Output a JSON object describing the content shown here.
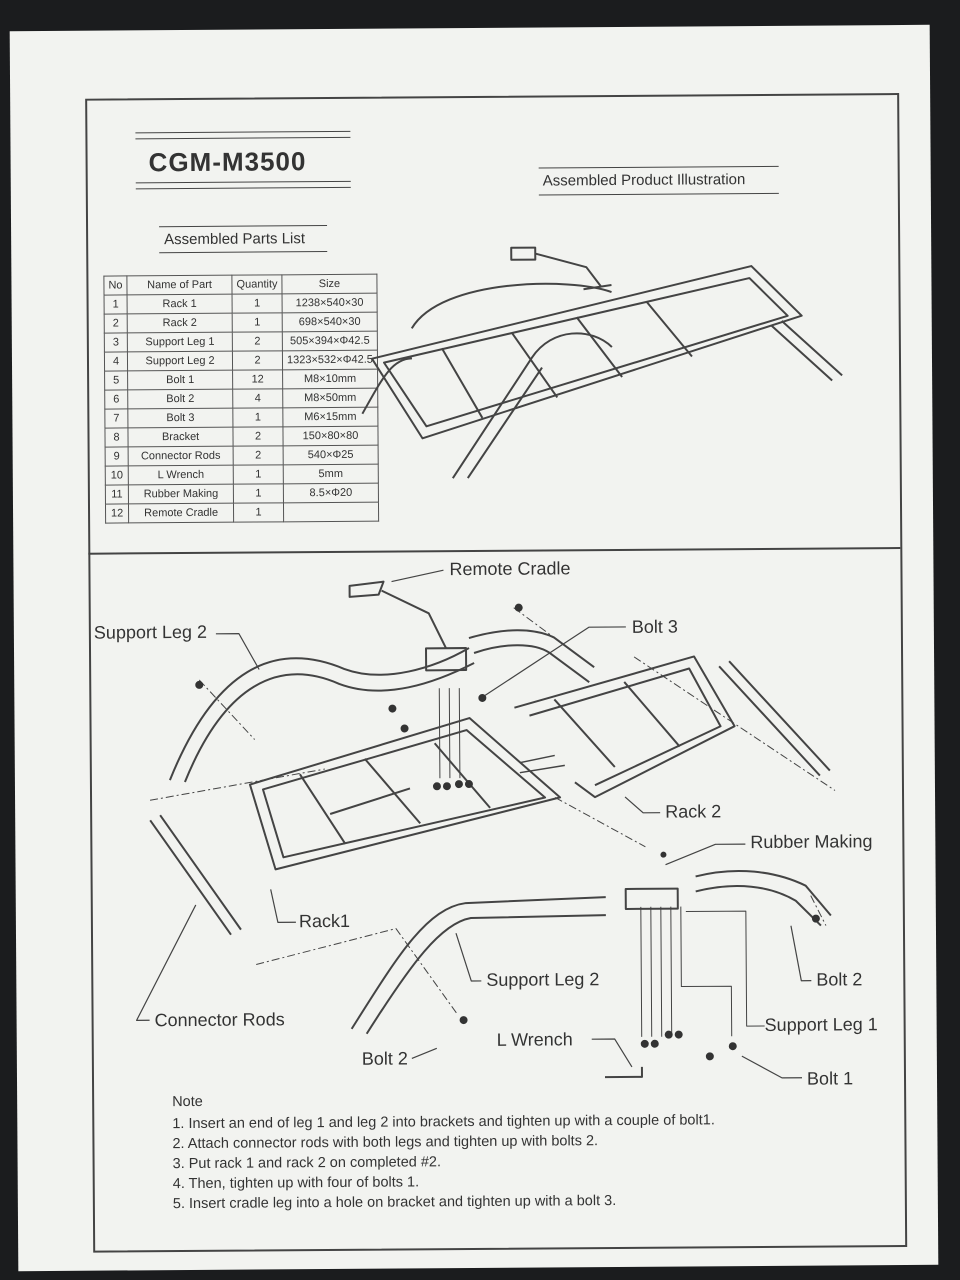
{
  "header": {
    "model": "CGM-M3500",
    "parts_list_title": "Assembled Parts List",
    "illustration_title": "Assembled Product Illustration"
  },
  "parts_table": {
    "columns": [
      "No",
      "Name of Part",
      "Quantity",
      "Size"
    ],
    "rows": [
      {
        "no": "1",
        "name": "Rack 1",
        "qty": "1",
        "size": "1238×540×30"
      },
      {
        "no": "2",
        "name": "Rack 2",
        "qty": "1",
        "size": "698×540×30"
      },
      {
        "no": "3",
        "name": "Support Leg 1",
        "qty": "2",
        "size": "505×394×Φ42.5"
      },
      {
        "no": "4",
        "name": "Support Leg 2",
        "qty": "2",
        "size": "1323×532×Φ42.5"
      },
      {
        "no": "5",
        "name": "Bolt 1",
        "qty": "12",
        "size": "M8×10mm"
      },
      {
        "no": "6",
        "name": "Bolt 2",
        "qty": "4",
        "size": "M8×50mm"
      },
      {
        "no": "7",
        "name": "Bolt 3",
        "qty": "1",
        "size": "M6×15mm"
      },
      {
        "no": "8",
        "name": "Bracket",
        "qty": "2",
        "size": "150×80×80"
      },
      {
        "no": "9",
        "name": "Connector Rods",
        "qty": "2",
        "size": "540×Φ25"
      },
      {
        "no": "10",
        "name": "L Wrench",
        "qty": "1",
        "size": "5mm"
      },
      {
        "no": "11",
        "name": "Rubber Making",
        "qty": "1",
        "size": "8.5×Φ20"
      },
      {
        "no": "12",
        "name": "Remote Cradle",
        "qty": "1",
        "size": ""
      }
    ]
  },
  "callouts": {
    "remote_cradle": "Remote Cradle",
    "support_leg_2_top": "Support Leg 2",
    "bolt_3": "Bolt 3",
    "rack_2": "Rack 2",
    "rubber_making": "Rubber Making",
    "rack_1": "Rack1",
    "support_leg_2_bottom": "Support Leg 2",
    "bolt_2_right": "Bolt 2",
    "connector_rods": "Connector Rods",
    "support_leg_1": "Support Leg 1",
    "l_wrench": "L Wrench",
    "bolt_2_left": "Bolt 2",
    "bolt_1": "Bolt 1"
  },
  "notes": {
    "title": "Note",
    "items": [
      "1. Insert an end of leg 1 and leg 2 into brackets and tighten up with a couple of bolt1.",
      "2. Attach connector rods with both legs and tighten up with bolts 2.",
      "3. Put rack 1 and rack 2 on completed #2.",
      "4. Then, tighten up with four of bolts 1.",
      "5. Insert cradle leg into a hole on bracket and tighten up with a bolt 3."
    ]
  }
}
